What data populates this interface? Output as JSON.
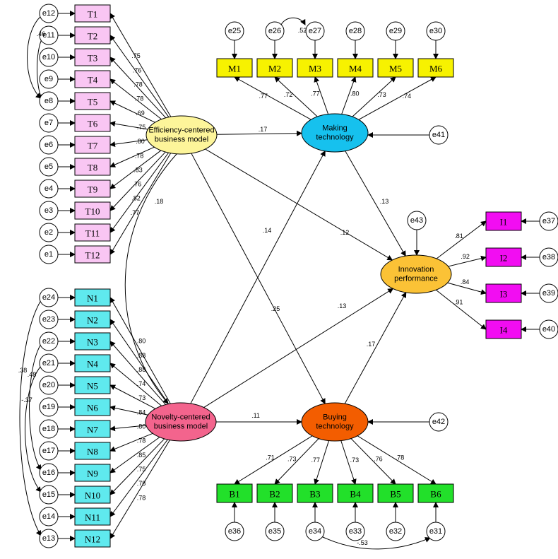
{
  "colors": {
    "T": "#f9c6f3",
    "N": "#5fe9ee",
    "M": "#f7f200",
    "B": "#22e02a",
    "I": "#f20df2",
    "EBM": "#fdf59a",
    "NBM": "#f3648d",
    "MT": "#16c1ee",
    "BT": "#f35d00",
    "IP": "#fbc236"
  },
  "latents": {
    "ebm": [
      "Efficiency-centered",
      "business model"
    ],
    "nbm": [
      "Novelty-centered",
      "business model"
    ],
    "mt": [
      "Making",
      "technology"
    ],
    "bt": [
      "Buying",
      "technology"
    ],
    "ip": [
      "Innovation",
      "performance"
    ]
  },
  "t_items": [
    {
      "label": "T1",
      "err": "e12",
      "load": ".75"
    },
    {
      "label": "T2",
      "err": "e11",
      "load": ".76"
    },
    {
      "label": "T3",
      "err": "e10",
      "load": ".78"
    },
    {
      "label": "T4",
      "err": "e9",
      "load": ".78"
    },
    {
      "label": "T5",
      "err": "e8",
      "load": ".69"
    },
    {
      "label": "T6",
      "err": "e7",
      "load": ".75"
    },
    {
      "label": "T7",
      "err": "e6",
      "load": ".80"
    },
    {
      "label": "T8",
      "err": "e5",
      "load": ".78"
    },
    {
      "label": "T9",
      "err": "e4",
      "load": ".83"
    },
    {
      "label": "T10",
      "err": "e3",
      "load": ".76"
    },
    {
      "label": "T11",
      "err": "e2",
      "load": ".82"
    },
    {
      "label": "T12",
      "err": "e1",
      "load": ".77"
    }
  ],
  "n_items": [
    {
      "label": "N1",
      "err": "e24",
      "load": ".80"
    },
    {
      "label": "N2",
      "err": "e23",
      "load": ".88"
    },
    {
      "label": "N3",
      "err": "e22",
      "load": ".88"
    },
    {
      "label": "N4",
      "err": "e21",
      "load": ".74"
    },
    {
      "label": "N5",
      "err": "e20",
      "load": ".73"
    },
    {
      "label": "N6",
      "err": "e19",
      "load": ".84"
    },
    {
      "label": "N7",
      "err": "e18",
      "load": ".80"
    },
    {
      "label": "N8",
      "err": "e17",
      "load": ".78"
    },
    {
      "label": "N9",
      "err": "e16",
      "load": ".85"
    },
    {
      "label": "N10",
      "err": "e15",
      "load": ".75"
    },
    {
      "label": "N11",
      "err": "e14",
      "load": ".78"
    },
    {
      "label": "N12",
      "err": "e13",
      "load": ".78"
    }
  ],
  "m_items": [
    {
      "label": "M1",
      "err": "e25",
      "load": ".77"
    },
    {
      "label": "M2",
      "err": "e26",
      "load": ".72"
    },
    {
      "label": "M3",
      "err": "e27",
      "load": ".77"
    },
    {
      "label": "M4",
      "err": "e28",
      "load": ".80"
    },
    {
      "label": "M5",
      "err": "e29",
      "load": ".73"
    },
    {
      "label": "M6",
      "err": "e30",
      "load": ".74"
    }
  ],
  "b_items": [
    {
      "label": "B1",
      "err": "e36",
      "load": ".71"
    },
    {
      "label": "B2",
      "err": "e35",
      "load": ".73"
    },
    {
      "label": "B3",
      "err": "e34",
      "load": ".77"
    },
    {
      "label": "B4",
      "err": "e33",
      "load": ".73"
    },
    {
      "label": "B5",
      "err": "e32",
      "load": ".76"
    },
    {
      "label": "B6",
      "err": "e31",
      "load": ".78"
    }
  ],
  "i_items": [
    {
      "label": "I1",
      "err": "e37",
      "load": ".81"
    },
    {
      "label": "I2",
      "err": "e38",
      "load": ".92"
    },
    {
      "label": "I3",
      "err": "e39",
      "load": ".84"
    },
    {
      "label": "I4",
      "err": "e40",
      "load": ".91"
    }
  ],
  "disturbances": {
    "mt": "e41",
    "bt": "e42",
    "ip": "e43"
  },
  "paths": {
    "ebm_mt": ".17",
    "ebm_ip": ".12",
    "ebm_bt": ".25",
    "ebm_nbm": ".18",
    "nbm_mt": ".14",
    "nbm_ip": ".13",
    "nbm_bt": ".11",
    "mt_ip": ".13",
    "bt_ip": ".17"
  },
  "error_correlations": {
    "e12_e8": "",
    "e11_e8": ".46",
    "e24_e13": ".38",
    "e22_e16": ".48",
    "e21_e15": "-.37",
    "e26_e27": ".52",
    "e34_e31": "-.53"
  }
}
